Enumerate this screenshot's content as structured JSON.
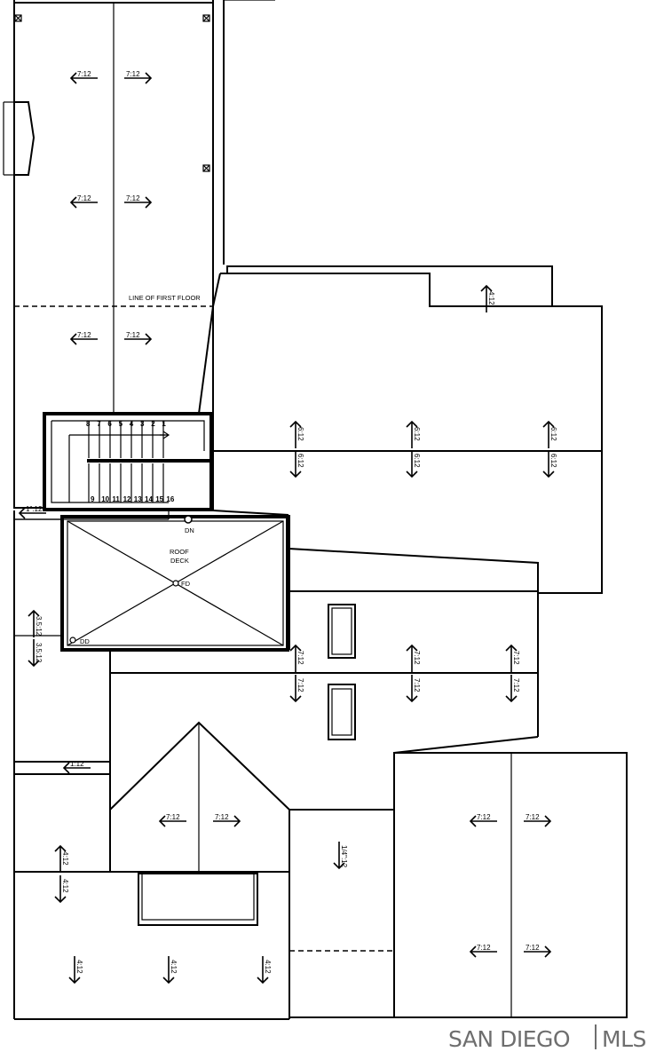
{
  "labels": {
    "first_floor": "LINE OF FIRST FLOOR",
    "roof_deck_line1": "ROOF",
    "roof_deck_line2": "DECK",
    "dn": "DN",
    "fd": "FD",
    "dd": "DD"
  },
  "stair_numbers_top": [
    "8",
    "7",
    "6",
    "5",
    "4",
    "3",
    "2",
    "1"
  ],
  "stair_numbers_bottom": [
    "9",
    "10",
    "11",
    "12",
    "13",
    "14",
    "15",
    "16"
  ],
  "pitches": {
    "a1": "7:12",
    "a2": "7:12",
    "a3": "7:12",
    "a4": "7:12",
    "a5": "7:12",
    "a6": "7:12",
    "b1": "4:12",
    "c1": "6:12",
    "c2": "6:12",
    "c3": "6:12",
    "c4": "6:12",
    "c5": "6:12",
    "c6": "6:12",
    "d1": "1\":12",
    "e1": "3.5:12",
    "e2": "3.5:12",
    "f1": "7:12",
    "f2": "7:12",
    "f3": "7:12",
    "f4": "7:12",
    "f5": "7:12",
    "f6": "7:12",
    "g1": "1:12",
    "h1": "4:12",
    "h2": "4:12",
    "i1": "7:12",
    "i2": "7:12",
    "j1": "1/4\":12",
    "k1": "4:12",
    "k2": "4:12",
    "k3": "4:12",
    "m1": "7:12",
    "m2": "7:12",
    "m3": "7:12",
    "m4": "7:12"
  },
  "watermark": {
    "left": "SAN DIEGO",
    "right": "MLS"
  }
}
